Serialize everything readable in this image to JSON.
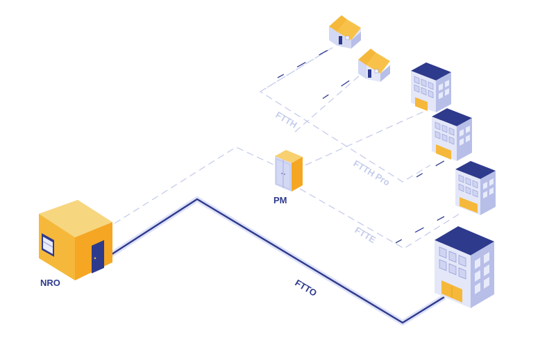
{
  "labels": {
    "nro": "NRO",
    "pm": "PM",
    "ftth": "FTTH",
    "ftth_pro": "FTTH Pro",
    "ftte": "FTTE",
    "ftto": "FTTO"
  },
  "colors": {
    "orange": "#F5B83A",
    "orange_dark": "#F0A020",
    "orange_light": "#F8D070",
    "navy": "#2E3A8C",
    "wall_light": "#CFD4F2",
    "wall_dark": "#A7AEDF",
    "window": "#F4F5FF",
    "line_dark": "#2E3A8C",
    "line_light": "#C5CCEB",
    "label_dark": "#2E3A8C",
    "label_light": "#C5CCEB"
  }
}
